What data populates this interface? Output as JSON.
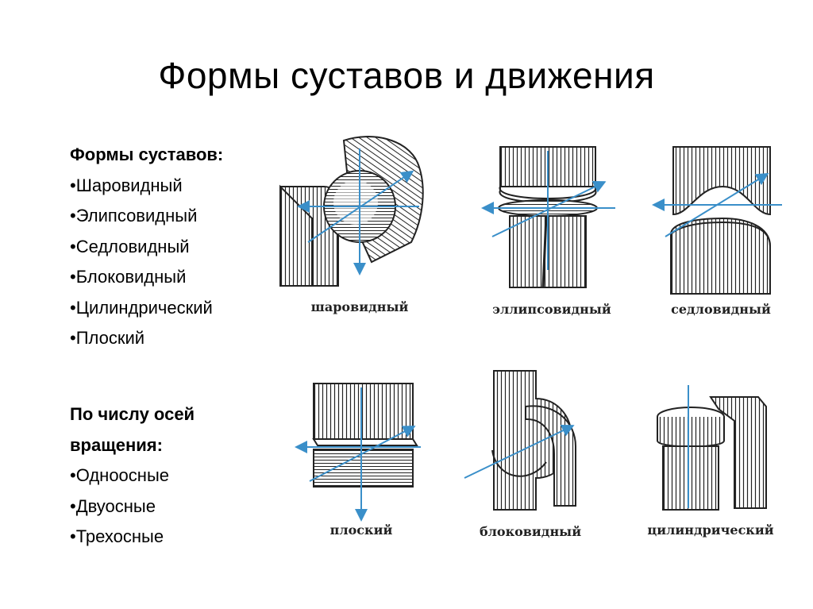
{
  "title": "Формы суставов и  движения",
  "shapes_section": {
    "heading": "Формы суставов:",
    "items": [
      "•Шаровидный",
      "•Элипсовидный",
      "•Седловидный",
      "•Блоковидный",
      "•Цилиндрический",
      "•Плоский"
    ]
  },
  "axes_section": {
    "heading_line1": "По числу осей",
    "heading_line2": "вращения:",
    "items": [
      "•Одноосные",
      "•Двуосные",
      "•Трехосные"
    ]
  },
  "figures": {
    "ball": "шаровидный",
    "ellipsoid": "эллипсовидный",
    "saddle": "седловидный",
    "flat": "плоский",
    "hinge": "блоковидный",
    "cylinder": "цилиндрический"
  },
  "colors": {
    "axis": "#3a8fc9",
    "ink": "#222222"
  }
}
